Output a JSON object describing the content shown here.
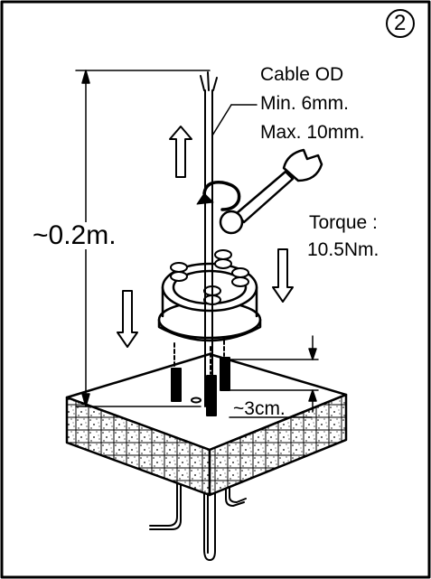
{
  "step_number": "2",
  "cable": {
    "line1": "Cable OD",
    "line2": "Min. 6mm.",
    "line3": "Max. 10mm."
  },
  "height_label": "~0.2m.",
  "torque": {
    "line1": "Torque :",
    "line2": "10.5Nm."
  },
  "depth_label": "~3cm.",
  "colors": {
    "ink": "#000000",
    "background": "#ffffff"
  }
}
